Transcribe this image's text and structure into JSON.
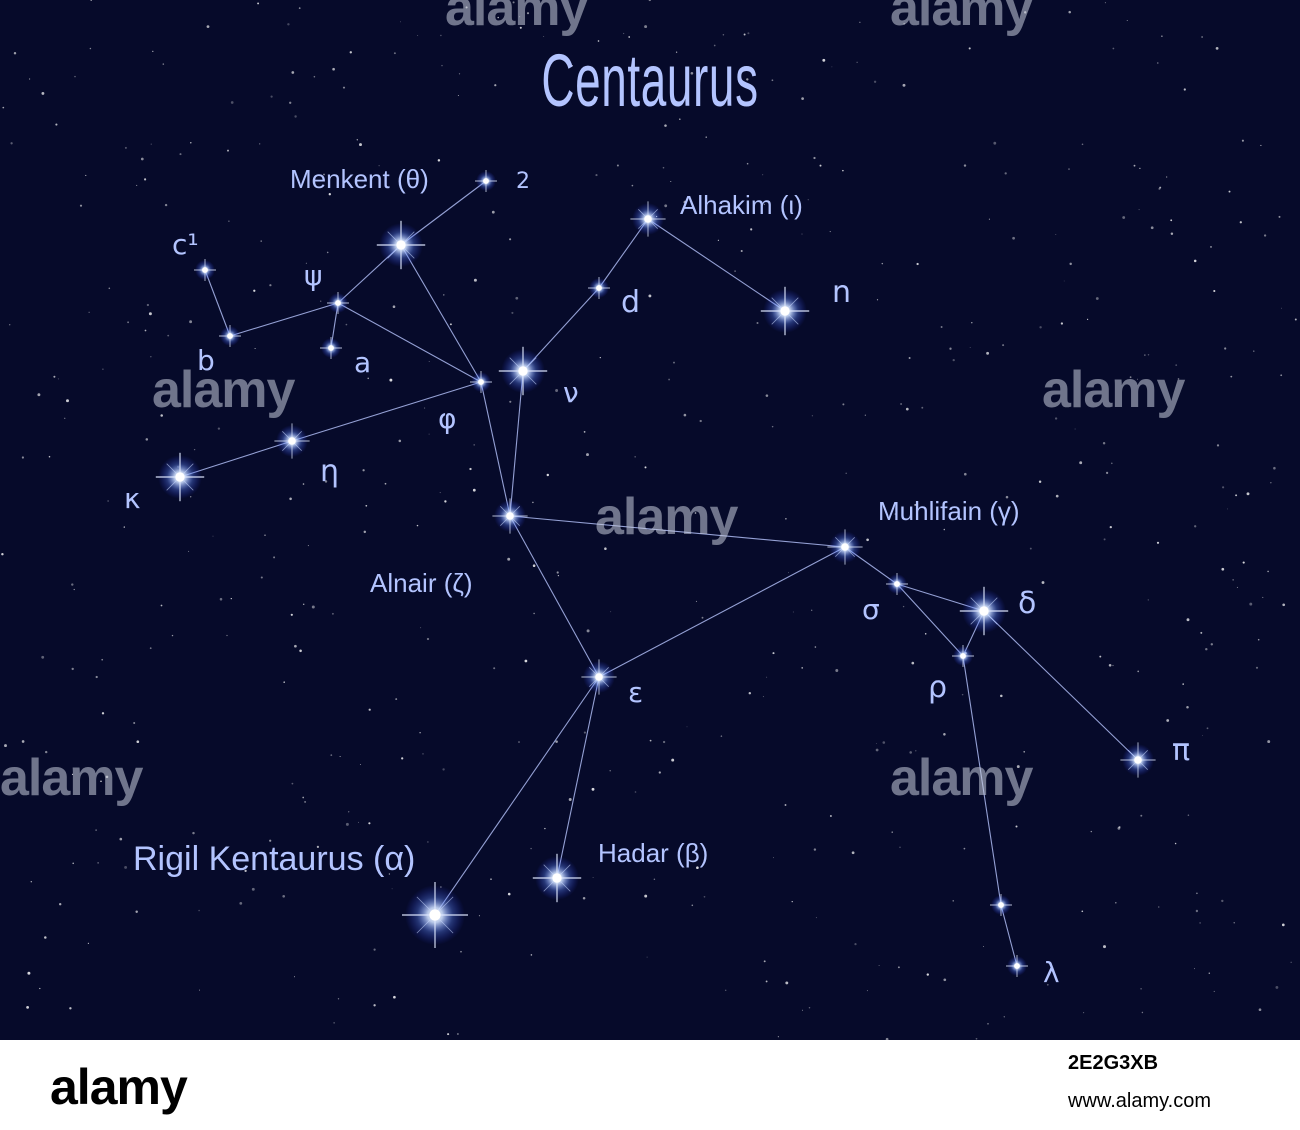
{
  "title": "Centaurus",
  "watermark": "alamy",
  "footer": {
    "brand": "alamy",
    "image_id": "2E2G3XB",
    "url": "www.alamy.com"
  },
  "colors": {
    "background": "#060a2a",
    "label": "#b3c4ff",
    "line": "#b8c6ff",
    "star_core": "#ffffff",
    "star_glow": "#7fa8ff"
  },
  "stars": [
    {
      "id": "theta",
      "label": "Menkent (θ)",
      "mag": 3
    },
    {
      "id": "two",
      "label": "2",
      "mag": 1
    },
    {
      "id": "c1",
      "label": "c¹",
      "mag": 1
    },
    {
      "id": "psi",
      "label": "ψ",
      "mag": 1
    },
    {
      "id": "a",
      "label": "a",
      "mag": 1
    },
    {
      "id": "b",
      "label": "b",
      "mag": 1
    },
    {
      "id": "phi",
      "label": "φ",
      "mag": 1
    },
    {
      "id": "nu",
      "label": "ν",
      "mag": 3
    },
    {
      "id": "d",
      "label": "d",
      "mag": 1
    },
    {
      "id": "iota",
      "label": "Alhakim (ι)",
      "mag": 2
    },
    {
      "id": "n",
      "label": "n",
      "mag": 3
    },
    {
      "id": "eta",
      "label": "η",
      "mag": 2
    },
    {
      "id": "kappa",
      "label": "κ",
      "mag": 3
    },
    {
      "id": "zeta",
      "label": "Alnair (ζ)",
      "mag": 2
    },
    {
      "id": "gamma",
      "label": "Muhlifain (γ)",
      "mag": 2
    },
    {
      "id": "sigma",
      "label": "σ",
      "mag": 1
    },
    {
      "id": "delta",
      "label": "δ",
      "mag": 3
    },
    {
      "id": "rho",
      "label": "ρ",
      "mag": 1
    },
    {
      "id": "pi",
      "label": "π",
      "mag": 2
    },
    {
      "id": "epsilon",
      "label": "ε",
      "mag": 2
    },
    {
      "id": "beta",
      "label": "Hadar (β)",
      "mag": 3
    },
    {
      "id": "alpha",
      "label": "Rigil Kentaurus (α)",
      "mag": 4
    },
    {
      "id": "lambda1",
      "label": "",
      "mag": 1
    },
    {
      "id": "lambda",
      "label": "λ",
      "mag": 1
    }
  ],
  "lines": [
    [
      "two",
      "theta"
    ],
    [
      "theta",
      "psi"
    ],
    [
      "psi",
      "b"
    ],
    [
      "b",
      "c1"
    ],
    [
      "psi",
      "a"
    ],
    [
      "psi",
      "phi"
    ],
    [
      "theta",
      "phi"
    ],
    [
      "phi",
      "eta"
    ],
    [
      "eta",
      "kappa"
    ],
    [
      "phi",
      "zeta"
    ],
    [
      "nu",
      "zeta"
    ],
    [
      "nu",
      "d"
    ],
    [
      "d",
      "iota"
    ],
    [
      "iota",
      "n"
    ],
    [
      "zeta",
      "gamma"
    ],
    [
      "zeta",
      "epsilon"
    ],
    [
      "epsilon",
      "gamma"
    ],
    [
      "epsilon",
      "alpha"
    ],
    [
      "epsilon",
      "beta"
    ],
    [
      "gamma",
      "sigma"
    ],
    [
      "sigma",
      "delta"
    ],
    [
      "sigma",
      "rho"
    ],
    [
      "delta",
      "rho"
    ],
    [
      "delta",
      "pi"
    ],
    [
      "rho",
      "lambda1"
    ],
    [
      "lambda1",
      "lambda"
    ]
  ]
}
